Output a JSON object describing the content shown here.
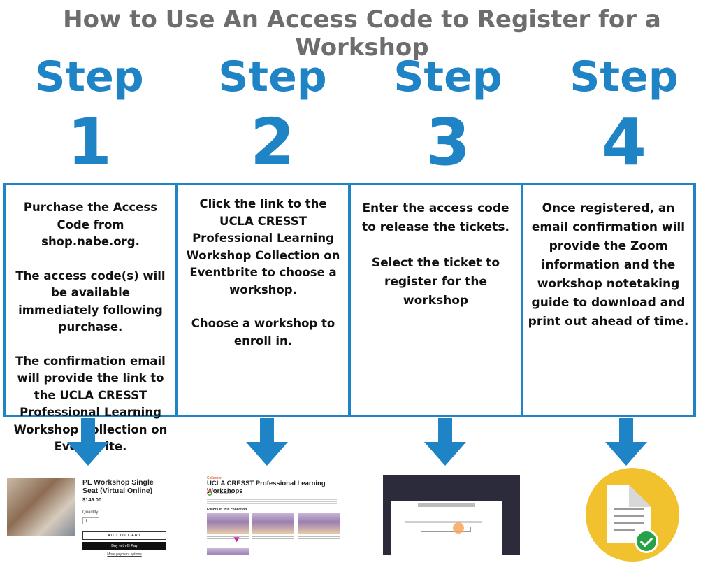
{
  "title": "How to Use An Access Code to Register for a Workshop",
  "colors": {
    "accent": "#1e84c6",
    "title": "#6d6d6d",
    "icon_circle": "#f2c12e",
    "check": "#27a046"
  },
  "steps": [
    {
      "word": "Step",
      "number": "1",
      "paragraphs": [
        "Purchase the Access Code from shop.nabe.org.",
        "The access code(s) will be available immediately following purchase.",
        "The confirmation email will provide the link to the UCLA CRESST Professional Learning Workshop Collection on Eventbrite."
      ]
    },
    {
      "word": "Step",
      "number": "2",
      "paragraphs": [
        "Click the link to the UCLA CRESST Professional Learning Workshop Collection on Eventbrite to choose a workshop.",
        "Choose a workshop to enroll in."
      ]
    },
    {
      "word": "Step",
      "number": "3",
      "paragraphs": [
        "Enter the access code to release the tickets.",
        "Select the ticket to register for the workshop"
      ]
    },
    {
      "word": "Step",
      "number": "4",
      "paragraphs": [
        "Once registered, an email confirmation will provide the Zoom information and the workshop notetaking guide to download and print out ahead of time."
      ]
    }
  ],
  "shop_thumb": {
    "product": "PL Workshop Single Seat (Virtual Online)",
    "price": "$149.00",
    "quantity_label": "Quantity",
    "quantity": "1",
    "add_to_cart": "ADD TO CART",
    "buy_with": "Buy with G Pay",
    "more_options": "More payment options"
  },
  "eventbrite_thumb": {
    "label": "Collection",
    "heading": "UCLA CRESST Professional Learning Workshops",
    "org": "UCLA CRESST",
    "events_heading": "Events in this collection"
  }
}
